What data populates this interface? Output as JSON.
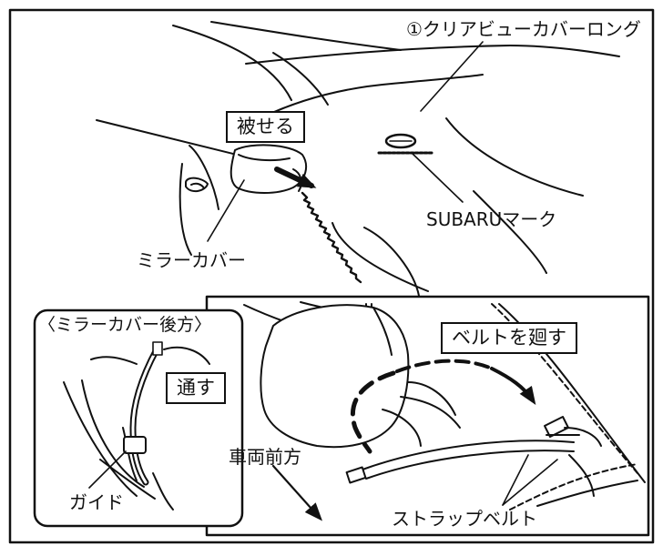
{
  "labels": {
    "clear_view_cover": "①クリアビューカバーロング",
    "cover_action": "被せる",
    "subaru_mark": "SUBARUマーク",
    "mirror_cover": "ミラーカバー",
    "rear_view_title": "〈ミラーカバー後方〉",
    "pass_through": "通す",
    "guide": "ガイド",
    "wrap_belt": "ベルトを廻す",
    "vehicle_front": "車両前方",
    "strap_belt": "ストラップベルト"
  }
}
